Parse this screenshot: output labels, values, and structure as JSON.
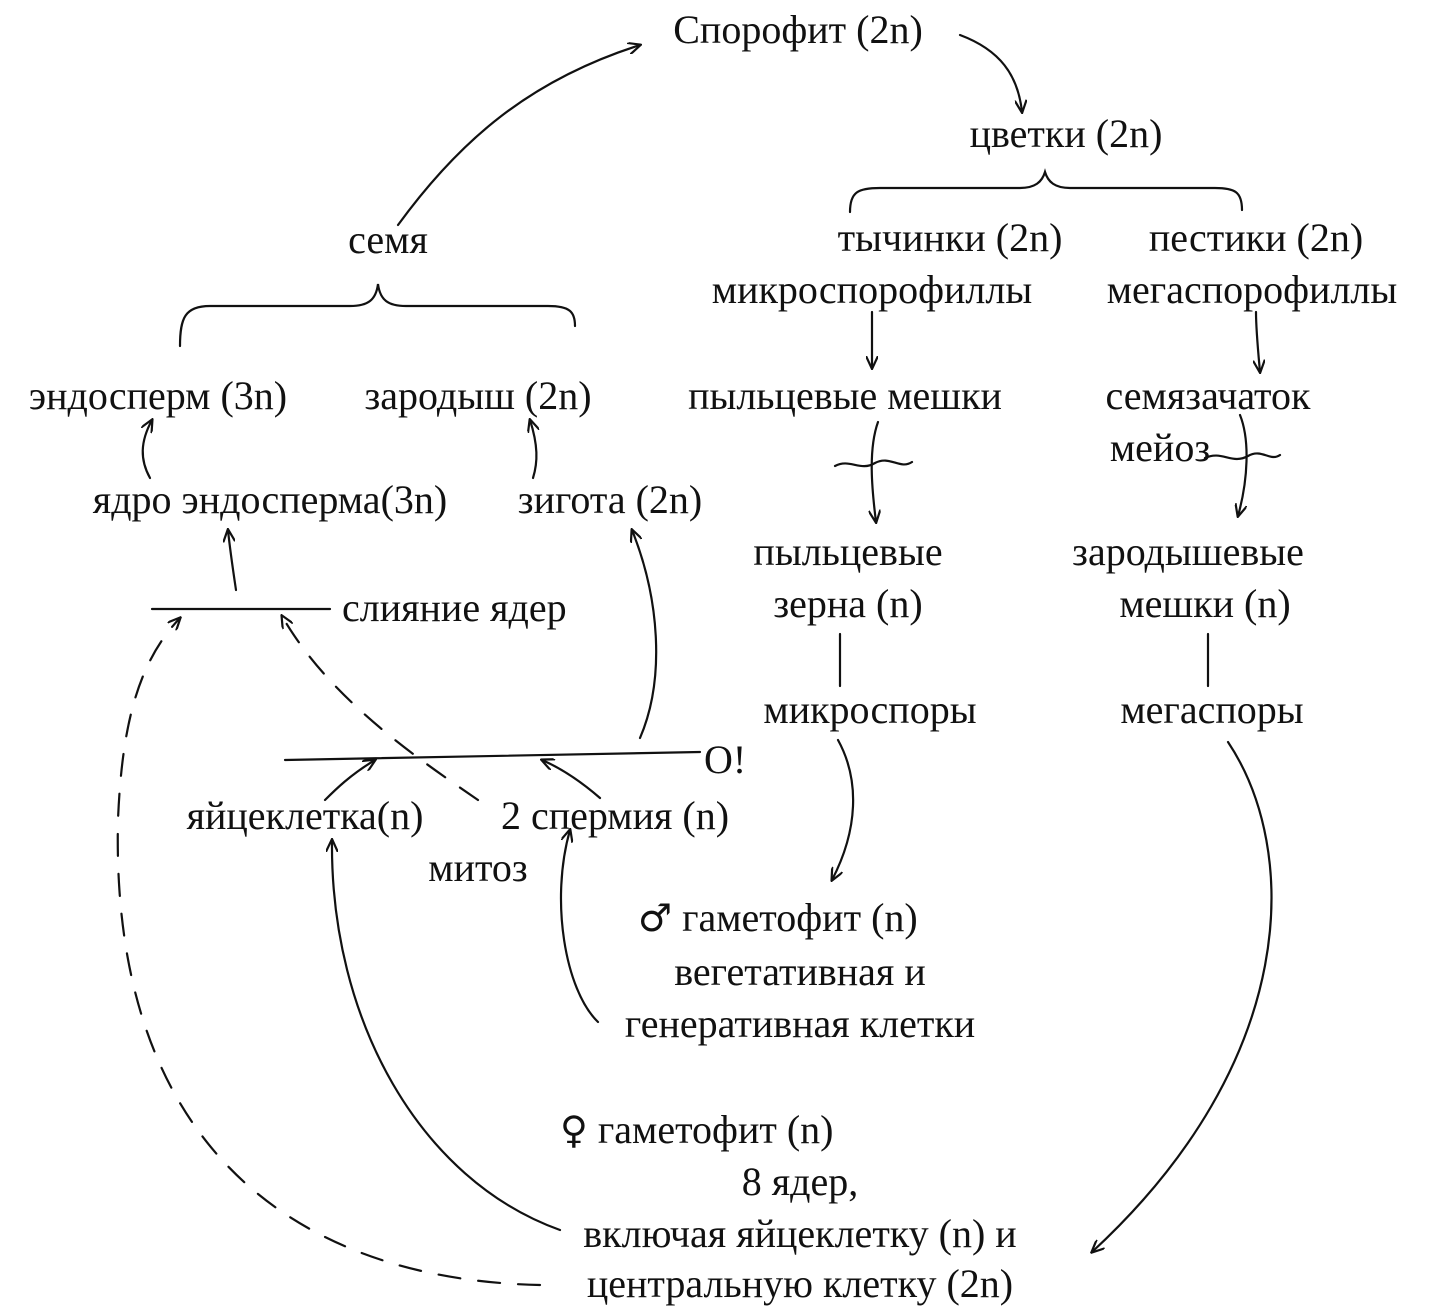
{
  "diagram": {
    "sporophyte": "Спорофит (2n)",
    "flowers": "цветки (2n)",
    "stamens": "тычинки (2n)",
    "microsporophylls": "микроспорофиллы",
    "pistils": "пестики (2n)",
    "megasporophylls": "мегаспорофиллы",
    "pollen_sacs": "пыльцевые мешки",
    "ovule": "семязачаток",
    "meiosis": "мейоз",
    "pollen_grains_line1": "пыльцевые",
    "pollen_grains_line2": "зерна (n)",
    "embryo_sacs_line1": "зародышевые",
    "embryo_sacs_line2": "мешки (n)",
    "microspores": "микроспоры",
    "megaspores": "мегаспоры",
    "male_symbol": "♂",
    "male_gametophyte": "гаметофит (n)",
    "vegetative_line": "вегетативная и",
    "generative_line": "генеративная клетки",
    "female_symbol": "♀",
    "female_gametophyte": "гаметофит (n)",
    "eight_nuclei": "8 ядер,",
    "including_egg": "включая яйцеклетку (n) и",
    "central_cell": "центральную клетку (2n)",
    "seed": "семя",
    "endosperm": "эндосперм (3n)",
    "embryo": "зародыш (2n)",
    "endosperm_nucleus": "ядро эндосперма(3n)",
    "zygote": "зигота (2n)",
    "nuclei_fusion": "слияние ядер",
    "egg_cell": "яйцеклетка(n)",
    "two_sperm": "2 спермия (n)",
    "mitosis": "митоз",
    "o_mark": "О!"
  },
  "colors": {
    "ink": "#111111",
    "background": "#ffffff"
  }
}
